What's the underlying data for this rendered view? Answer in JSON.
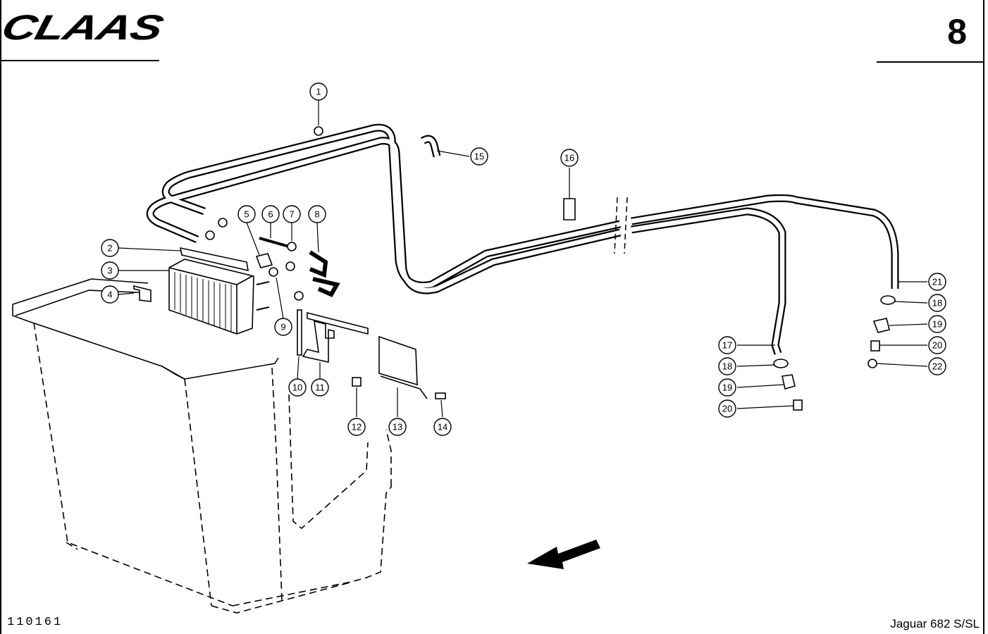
{
  "header": {
    "brand": "CLAAS",
    "page_number": "8"
  },
  "footer": {
    "drawing_number": "110161",
    "model": "Jaguar 682 S/SL"
  },
  "callouts": [
    "1",
    "2",
    "3",
    "4",
    "5",
    "6",
    "7",
    "8",
    "9",
    "10",
    "11",
    "12",
    "13",
    "14",
    "15",
    "16",
    "17",
    "18",
    "19",
    "20",
    "21",
    "22"
  ],
  "side_callouts": {
    "a": [
      "17",
      "18",
      "19",
      "20"
    ],
    "b": [
      "21",
      "18",
      "19",
      "20",
      "22"
    ]
  },
  "icons": {
    "direction_arrow": "arrow-left-down-icon"
  }
}
